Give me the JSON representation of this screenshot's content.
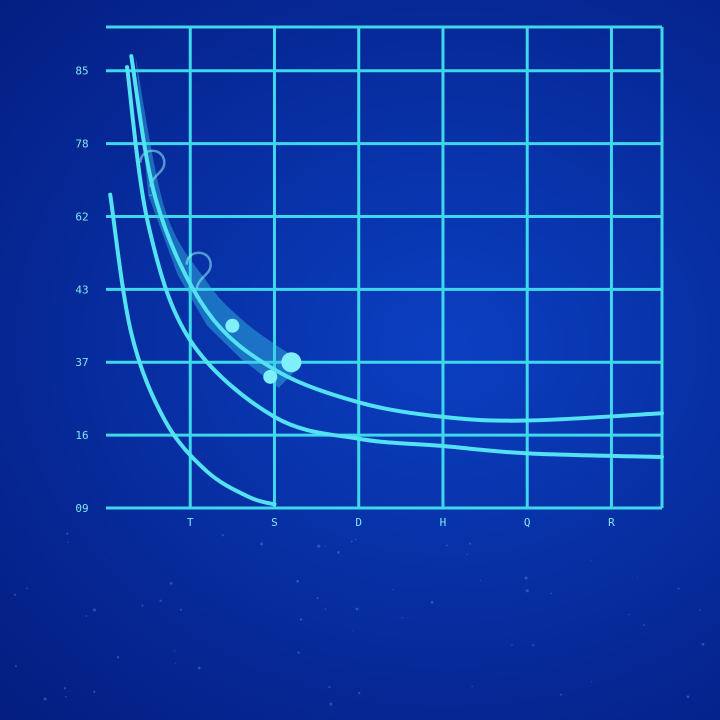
{
  "chart_data": {
    "type": "line",
    "title": "",
    "xlabel": "",
    "ylabel": "",
    "x_ticks": [
      "T",
      "S",
      "D",
      "H",
      "Q",
      "R"
    ],
    "y_ticks": [
      "09",
      "16",
      "37",
      "43",
      "62",
      "78",
      "85"
    ],
    "grid": true,
    "x_range": [
      0,
      6.6
    ],
    "y_range": [
      0,
      6.6
    ],
    "series": [
      {
        "values": [
          [
            0.05,
            4.3
          ],
          [
            0.3,
            2.4
          ],
          [
            0.7,
            1.2
          ],
          [
            1.2,
            0.5
          ],
          [
            1.7,
            0.15
          ],
          [
            2.0,
            0.05
          ]
        ]
      },
      {
        "values": [
          [
            0.25,
            6.05
          ],
          [
            0.5,
            3.9
          ],
          [
            1.0,
            2.3
          ],
          [
            2.0,
            1.25
          ],
          [
            3.0,
            0.95
          ],
          [
            4.0,
            0.85
          ],
          [
            5.0,
            0.75
          ],
          [
            6.6,
            0.7
          ]
        ]
      },
      {
        "values": [
          [
            0.3,
            6.2
          ],
          [
            0.6,
            4.2
          ],
          [
            1.2,
            2.7
          ],
          [
            2.0,
            1.9
          ],
          [
            3.0,
            1.45
          ],
          [
            4.0,
            1.25
          ],
          [
            5.0,
            1.2
          ],
          [
            6.6,
            1.3
          ]
        ]
      }
    ],
    "highlight_band": {
      "upper": [
        [
          0.35,
          6.2
        ],
        [
          0.7,
          4.1
        ],
        [
          1.2,
          3.1
        ],
        [
          1.6,
          2.6
        ],
        [
          2.0,
          2.25
        ],
        [
          2.35,
          2.0
        ]
      ],
      "lower": [
        [
          0.35,
          6.2
        ],
        [
          0.5,
          4.3
        ],
        [
          0.85,
          3.2
        ],
        [
          1.2,
          2.5
        ],
        [
          1.6,
          2.05
        ],
        [
          2.05,
          1.65
        ]
      ],
      "markers": [
        [
          1.5,
          2.5
        ],
        [
          2.2,
          2.0
        ],
        [
          1.95,
          1.8
        ]
      ],
      "glyphs": [
        "?",
        "?"
      ]
    },
    "colors": {
      "line": "#52e2f2",
      "grid": "#3fd8ea",
      "band": "#36c7e8",
      "background": "#0832a8"
    }
  }
}
